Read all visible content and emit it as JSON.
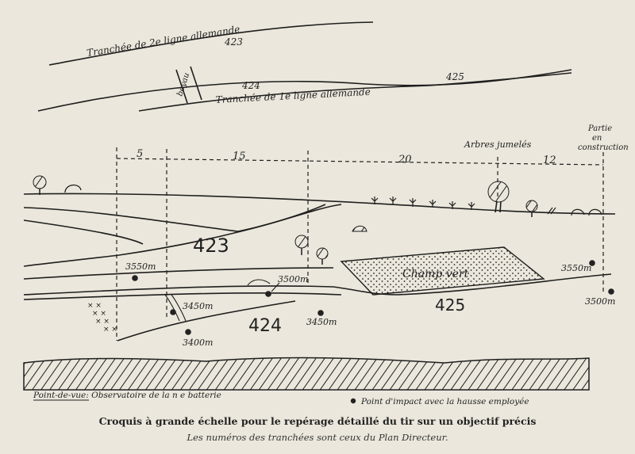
{
  "trenches": {
    "second_line_label": "Tranchée de 2e ligne allemande",
    "first_line_label": "Tranchée de 1e ligne allemande",
    "boyau_label": "boyau",
    "num_423": "423",
    "num_424": "424",
    "num_425": "425"
  },
  "distances": [
    "5",
    "15",
    "20",
    "12"
  ],
  "landmarks": {
    "trees_label": "Arbres jumelés",
    "construction_label": "Partie en construction",
    "field_label": "Champ vert"
  },
  "impacts": [
    {
      "label": "3550m"
    },
    {
      "label": "3500m"
    },
    {
      "label": "3450m"
    },
    {
      "label": "3450m"
    },
    {
      "label": "3400m"
    },
    {
      "label": "3550m"
    },
    {
      "label": "3500m"
    }
  ],
  "legend": {
    "viewpoint": "Point-de-vue: Observatoire de la n e batterie",
    "impact": "Point d'impact avec la hausse employée"
  },
  "caption": {
    "title": "Croquis à grande échelle pour le repérage détaillé du tir sur un objectif précis",
    "subtitle": "Les numéros des tranchées sont ceux du Plan Directeur."
  }
}
